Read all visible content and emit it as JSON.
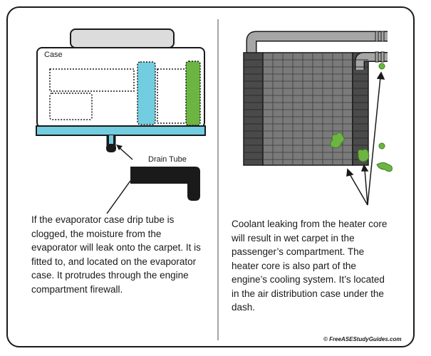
{
  "left_panel": {
    "case_label": "Case",
    "drain_tube_label": "Drain Tube",
    "description": "If the evaporator case drip tube is clogged, the moisture from the evaporator will leak onto the carpet. It is fitted to, and located on the evaporator case. It protrudes through the engine compartment firewall."
  },
  "right_panel": {
    "description": "Coolant leaking from the heater core will result in wet carpet in the passenger’s compartment. The heater core is also part of the engine’s cooling system. It’s located in the air distribution case under the dash."
  },
  "footer": {
    "credit": "© FreeASEStudyGuides.com"
  },
  "colors": {
    "coolant": "#6cb543",
    "duct": "#72cde0",
    "pipe": "#a6a6a6",
    "core": "#7a7a7a",
    "core_dark": "#4a4a4a"
  }
}
